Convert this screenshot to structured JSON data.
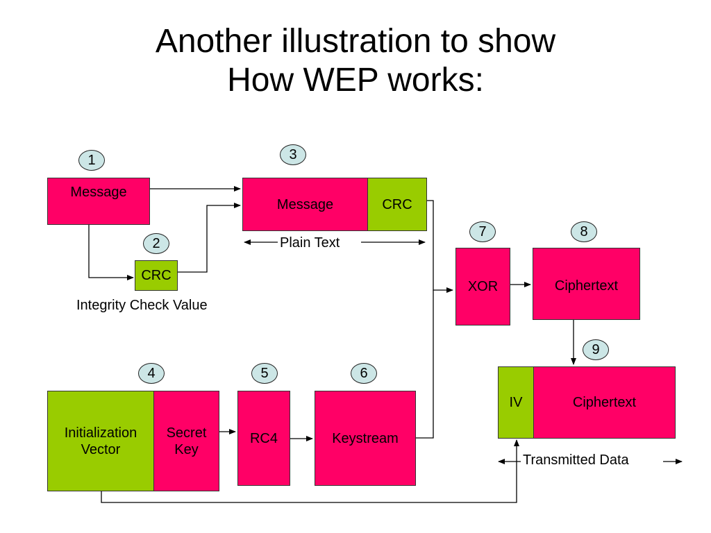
{
  "title": {
    "line1": "Another illustration to show",
    "line2": "How WEP works:"
  },
  "steps": {
    "s1": "1",
    "s2": "2",
    "s3": "3",
    "s4": "4",
    "s5": "5",
    "s6": "6",
    "s7": "7",
    "s8": "8",
    "s9": "9"
  },
  "blocks": {
    "message": "Message",
    "crc_small": "CRC",
    "icv_label": "Integrity Check Value",
    "plaintext_message": "Message",
    "plaintext_crc": "CRC",
    "plaintext_label": "Plain Text",
    "xor": "XOR",
    "ciphertext": "Ciphertext",
    "iv_line1": "Initialization",
    "iv_line2": "Vector",
    "secret_line1": "Secret",
    "secret_line2": "Key",
    "rc4": "RC4",
    "keystream": "Keystream",
    "tx_iv": "IV",
    "tx_ciphertext": "Ciphertext",
    "transmitted_label": "Transmitted Data"
  },
  "colors": {
    "red": "#ff0066",
    "green": "#99cc00",
    "step_circle": "#cce6e6"
  }
}
